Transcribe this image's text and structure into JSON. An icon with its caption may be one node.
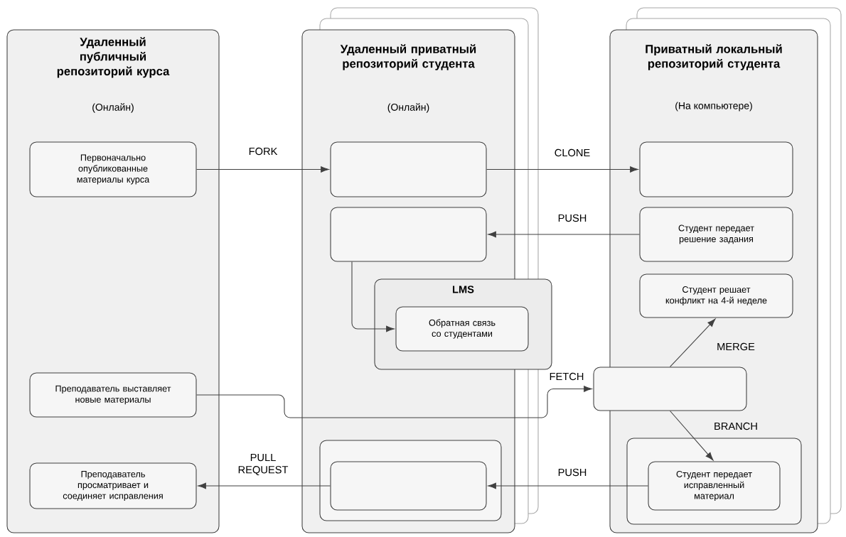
{
  "diagram": {
    "nodes": [
      {
        "text": [
          "Удаленный публичный репозиторий курса",
          "(Онлайн)"
        ]
      },
      {
        "text": [
          "Первоначально опубликованные материалы курса"
        ],
        "in": 0
      },
      {
        "text": [
          "Преподаватель выставляет новые материалы"
        ],
        "in": 0
      },
      {
        "text": [
          "Преподаватель просматривает и соединяет исправления"
        ],
        "in": 0
      },
      {
        "text": [
          "Удаленный приватный репозиторий студента",
          "(Онлайн)"
        ]
      },
      {
        "text": [],
        "shape": "box",
        "in": 4
      },
      {
        "text": [],
        "shape": "box",
        "in": 4
      },
      {
        "text": [
          "LMS"
        ]
      },
      {
        "text": [
          "Обратная связь со студентами"
        ],
        "in": 7
      },
      {
        "text": [],
        "shape": "box",
        "in": 4
      },
      {
        "text": [],
        "shape": "box",
        "in": 9
      },
      {
        "text": [
          "Приватный локальный репозиторий студента",
          "(На компьютере)"
        ]
      },
      {
        "text": [],
        "shape": "box",
        "in": 11
      },
      {
        "text": [
          "Студент передает решение задания"
        ],
        "in": 11
      },
      {
        "text": [
          "Студент решает конфликт на 4-й неделе"
        ],
        "in": 11
      },
      {
        "text": [],
        "shape": "box"
      },
      {
        "text": [],
        "shape": "box",
        "in": 11
      },
      {
        "text": [
          "Студент передает исправленный материал"
        ],
        "in": 16
      }
    ],
    "edges": [
      {
        "from": 1,
        "to": 5,
        "arrow": "to",
        "label": "FORK"
      },
      {
        "from": 5,
        "to": 12,
        "arrow": "to",
        "label": "CLONE"
      },
      {
        "from": 13,
        "to": 6,
        "arrow": "to",
        "label": "PUSH"
      },
      {
        "from": 6,
        "to": 8,
        "arrow": "to"
      },
      {
        "from": 2,
        "to": 15,
        "arrow": "to",
        "label": "FETCH"
      },
      {
        "from": 15,
        "to": 14,
        "arrow": "to",
        "label": "MERGE"
      },
      {
        "from": 15,
        "to": 17,
        "arrow": "to",
        "label": "BRANCH"
      },
      {
        "from": 17,
        "to": 10,
        "arrow": "to",
        "label": "PUSH"
      },
      {
        "from": 10,
        "to": 3,
        "arrow": "to",
        "label": "PULL REQUEST"
      }
    ]
  }
}
